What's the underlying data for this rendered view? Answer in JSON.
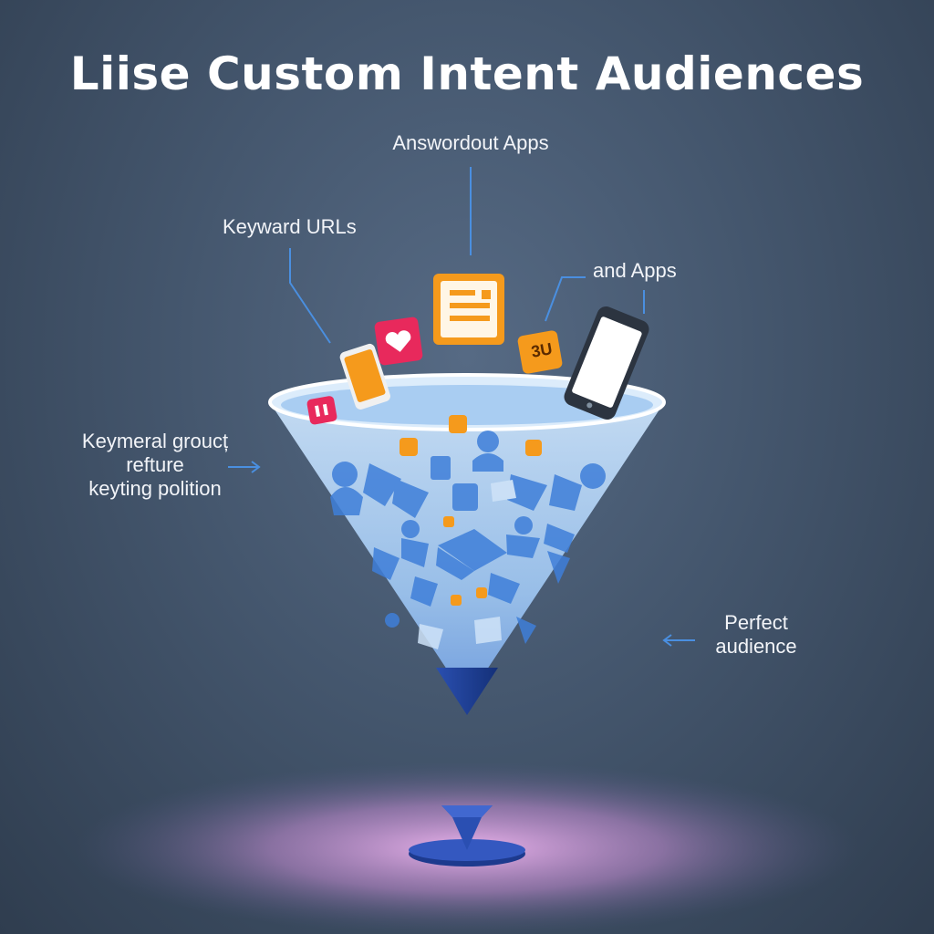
{
  "title": "Liise Custom Intent Audiences",
  "labels": {
    "top": "Answordout Apps",
    "keyword_urls": "Keyward URLs",
    "and_apps": "and Apps",
    "left_line1": "Keymeral groucț",
    "left_line2": "refture",
    "left_line3": "keyting polition",
    "right_line1": "Perfect",
    "right_line2": "audience"
  },
  "icon_texts": {
    "badge_3u": "3U"
  },
  "icons": [
    "document-icon",
    "heart-icon",
    "phone-icon",
    "smartphone-icon",
    "tag-icon",
    "diamond-icon",
    "arrow-icon"
  ],
  "colors": {
    "accent_blue": "#4a8fe0",
    "funnel_light": "#bcd8f5",
    "funnel_tip": "#1c3c96",
    "orange": "#f59a1c",
    "pink": "#e8295c",
    "glow": "#e7a8e8"
  }
}
